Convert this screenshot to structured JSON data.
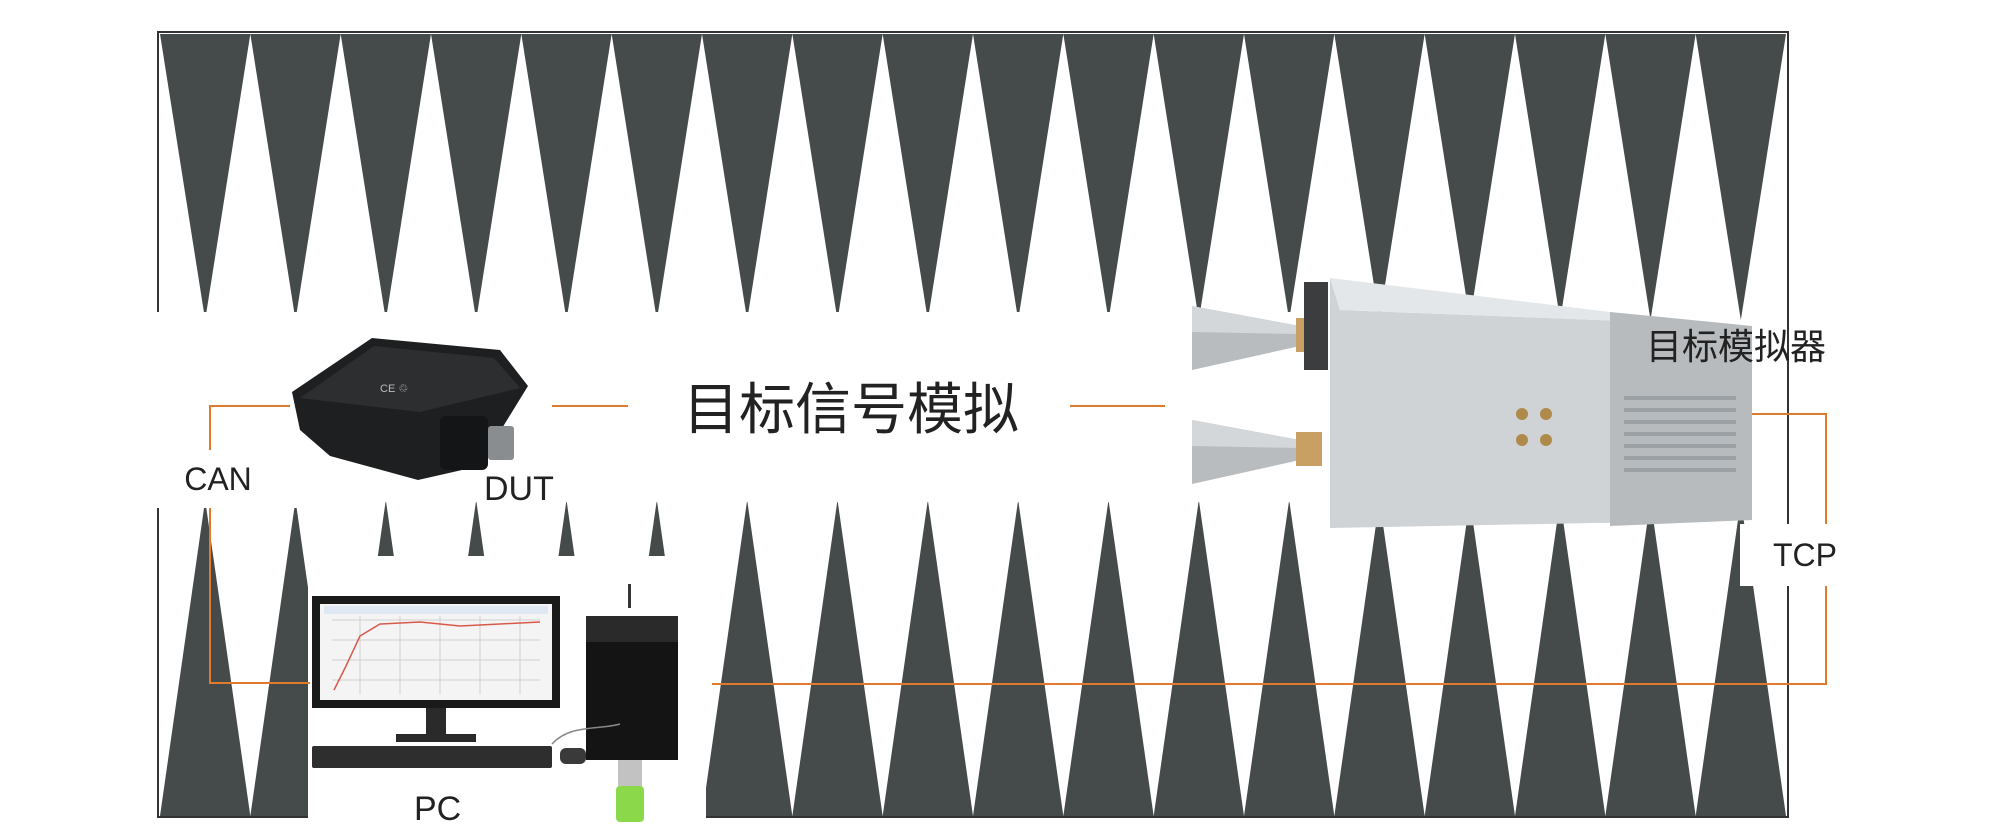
{
  "labels": {
    "center_title": "目标信号模拟",
    "simulator": "目标模拟器",
    "can": "CAN",
    "dut": "DUT",
    "tcp": "TCP",
    "pc": "PC"
  },
  "colors": {
    "absorber": "#454a4a",
    "wire": "#e07a2c",
    "background": "#ffffff",
    "chamber_border": "#333333",
    "device_body": "#cfd3d6",
    "horn": "#b9bcbf",
    "sensor_body": "#1e1f20"
  },
  "icons": {
    "sensor": "radar-sensor-icon",
    "horns": "horn-antenna-icon",
    "simulator": "target-simulator-chassis-icon",
    "pc": "desktop-computer-icon",
    "usb": "usb-dongle-icon"
  }
}
